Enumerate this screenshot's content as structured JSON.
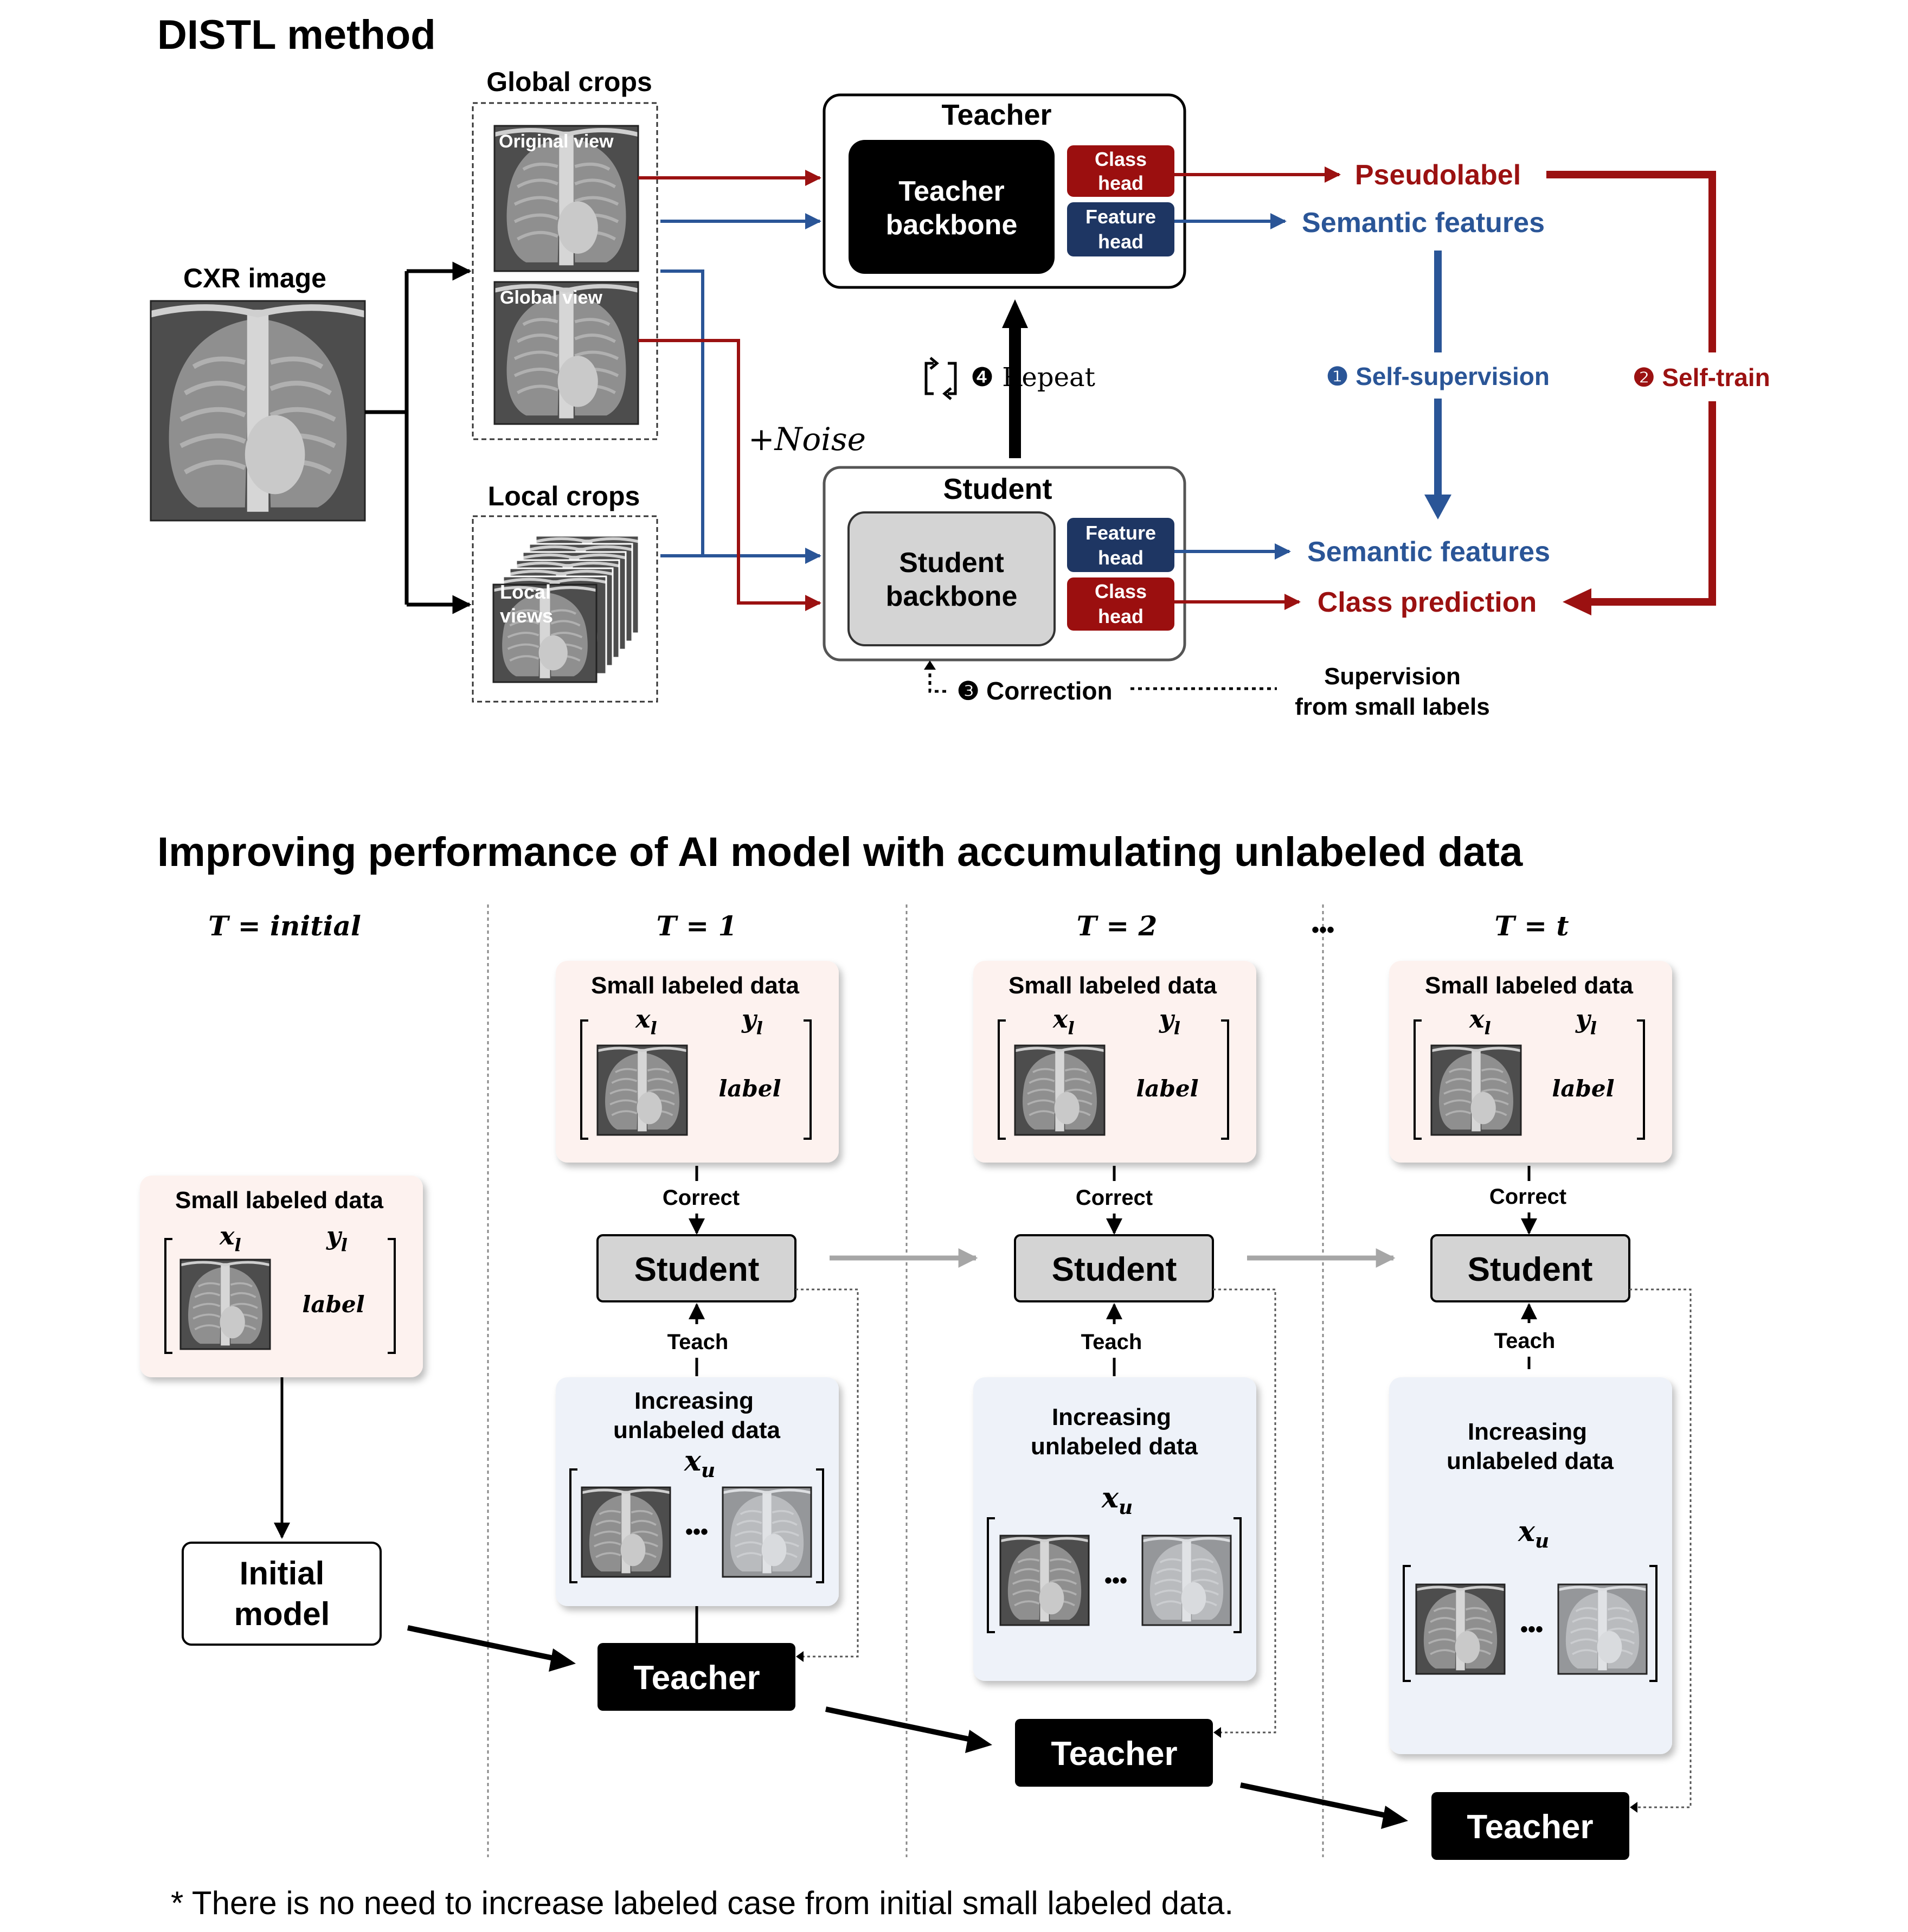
{
  "top": {
    "title": "DISTL method",
    "cxr_label": "CXR image",
    "global_crops_label": "Global crops",
    "original_view": "Original view",
    "global_view": "Global view",
    "local_crops_label": "Local crops",
    "local_views_1": "Local",
    "local_views_2": "views",
    "noise_label": "+Noise",
    "teacher_title": "Teacher",
    "teacher_backbone_1": "Teacher",
    "teacher_backbone_2": "backbone",
    "student_title": "Student",
    "student_backbone_1": "Student",
    "student_backbone_2": "backbone",
    "class_head_1": "Class",
    "class_head_2": "head",
    "feature_head_1": "Feature",
    "feature_head_2": "head",
    "pseudolabel": "Pseudolabel",
    "semantic_features": "Semantic features",
    "class_prediction": "Class prediction",
    "step1": "❶ Self-supervision",
    "step2": "❷ Self-train",
    "step3": "❸ Correction",
    "step4": "❹ Repeat",
    "supervision_1": "Supervision",
    "supervision_2": "from small labels"
  },
  "bottom": {
    "title": "Improving performance of AI model with accumulating unlabeled data",
    "t_initial": "T = initial",
    "t_1": "T = 1",
    "t_2": "T = 2",
    "t_t": "T = t",
    "ellipsis": "…",
    "small_labeled": "Small labeled data",
    "x_l": "x",
    "x_l_sub": "l",
    "y_l": "y",
    "y_l_sub": "l",
    "label": "label",
    "correct": "Correct",
    "teach": "Teach",
    "student": "Student",
    "teacher": "Teacher",
    "increasing_1": "Increasing",
    "increasing_2": "unlabeled data",
    "x_u": "x",
    "x_u_sub": "u",
    "dots": "•••",
    "initial_1": "Initial",
    "initial_2": "model",
    "footnote": "* There is no need to increase labeled case from initial small labeled data."
  },
  "colors": {
    "red": "#9b1111",
    "blue": "#2a5597",
    "darkred_box": "#9b0f0f",
    "navy_box": "#1e3663",
    "pink_panel": "#fdf2ef",
    "blue_panel": "#eef2f9",
    "gray_box": "#d4d4d4",
    "arrow_gray": "#a6a6a6"
  }
}
